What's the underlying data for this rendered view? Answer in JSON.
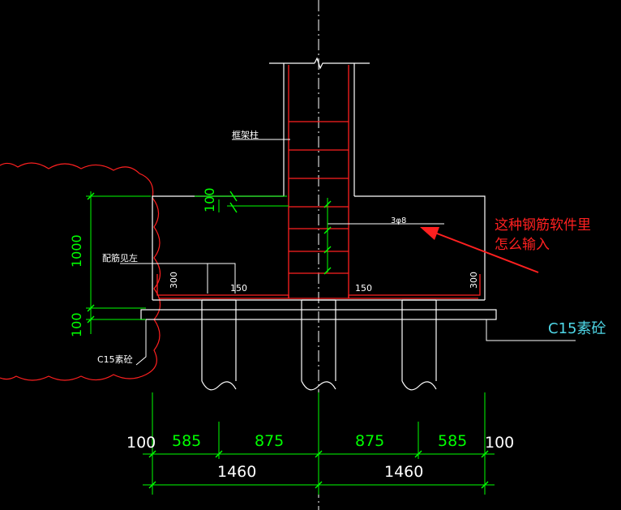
{
  "drawing": {
    "labels": {
      "column": "框架柱",
      "rebar": "3φ8",
      "bottom_rebar": "配筋见左",
      "c15_main": "C15素砼",
      "c15_left": "C15素砼"
    },
    "dims": {
      "vertical": {
        "d100_top": "100",
        "d1000": "1000",
        "d100_bot": "100"
      },
      "inner": {
        "d300_left": "300",
        "d150_left": "150",
        "d150_right": "150",
        "d300_right": "300"
      },
      "bottom_row1": [
        "100",
        "585",
        "875",
        "875",
        "585",
        "100"
      ],
      "bottom_row2": [
        "1460",
        "1460"
      ]
    },
    "annotation": {
      "line1": "这种钢筋软件里",
      "line2": "怎么输入"
    },
    "colors": {
      "background": "#000000",
      "outline": "#ffffff",
      "rebar": "#ff2020",
      "dimension": "#00ff00",
      "annotation": "#ff2020",
      "c15_label": "#4fd8e8"
    }
  }
}
